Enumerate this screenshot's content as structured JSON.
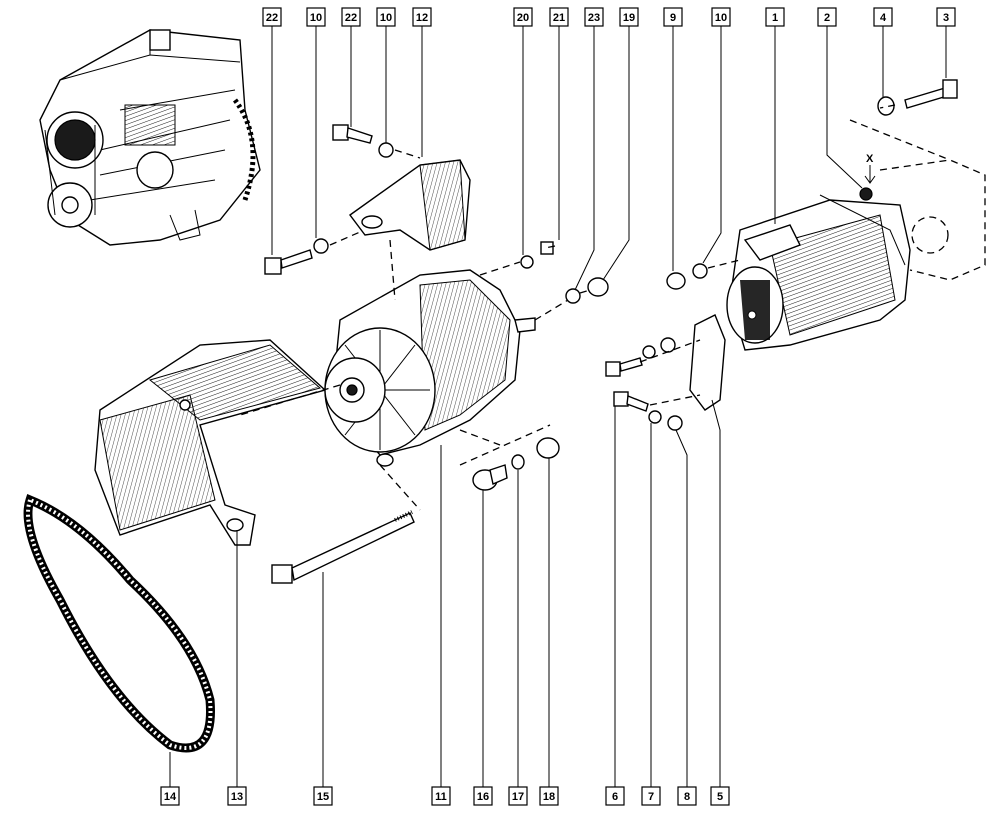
{
  "callouts": {
    "c22a": "22",
    "c10a": "10",
    "c22b": "22",
    "c10b": "10",
    "c12": "12",
    "c20": "20",
    "c21": "21",
    "c23": "23",
    "c19": "19",
    "c9": "9",
    "c10c": "10",
    "c1": "1",
    "c2": "2",
    "c4": "4",
    "c3": "3",
    "c14": "14",
    "c13": "13",
    "c15": "15",
    "c11": "11",
    "c16": "16",
    "c17": "17",
    "c18": "18",
    "c6": "6",
    "c7": "7",
    "c8": "8",
    "c5": "5"
  },
  "detail_marker": "X",
  "icons": {
    "engine": "engine-block-icon",
    "alternator": "alternator-icon",
    "starter": "starter-motor-icon",
    "belt": "drive-belt-icon",
    "shield": "heat-shield-icon"
  }
}
